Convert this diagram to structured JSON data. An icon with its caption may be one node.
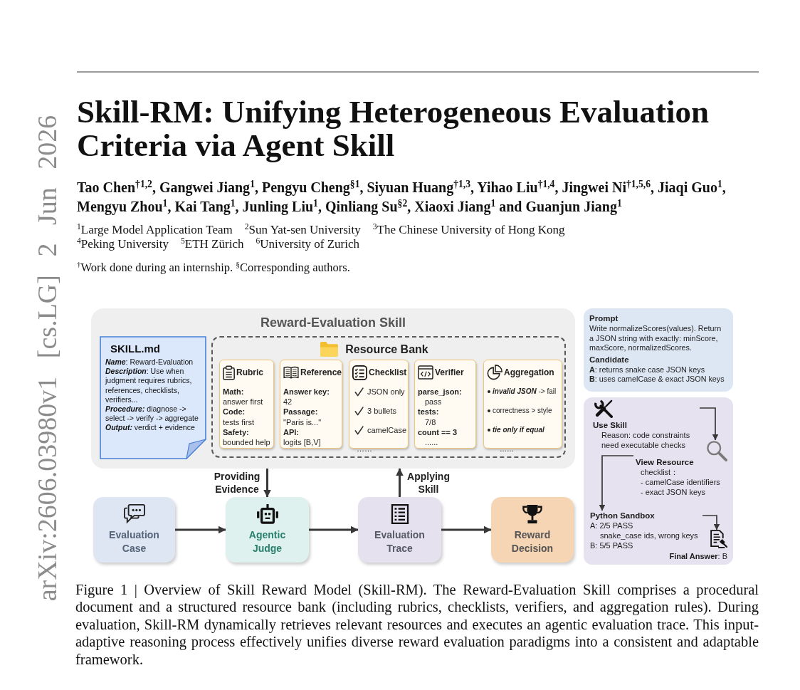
{
  "diagram": {
    "title": "Skill-RM: Unifying Heterogeneous Evaluation Criteria via Agent Skill",
    "caption": "Figure 1 | Overview of Skill Reward Model (Skill-RM). The Reward-Evaluation Skill comprises a procedural document and a structured resource bank (including rubrics, checklists, verifiers, and aggregation rules). During evaluation, Skill-RM dynamically retrieves relevant resources and executes an agentic evaluation trace. This input-adaptive reasoning process effectively unifies diverse reward evaluation paradigms into a consistent and adaptable framework.",
    "nodes": [
      {
        "text": [
          "Reward-Evaluation Skill"
        ]
      },
      {
        "text": [
          "SKILL.md",
          "**Name**: Reward-Evaluation",
          "**Description**: Use when judgment requires rubrics, references, checklists, verifiers...",
          "**Procedure:** diagnose -> select -> verify -> aggregate",
          "**Output:** verdict + evidence"
        ],
        "in": 0
      },
      {
        "text": [
          "Resource Bank"
        ],
        "in": 0
      },
      {
        "text": [
          "Rubric",
          "**Math:** answer first",
          "**Code:** tests first",
          "**Safety:** bounded help"
        ],
        "in": 2
      },
      {
        "text": [
          "Reference",
          "**Answer key:** 42",
          "**Passage:** \"Paris is...\"",
          "**API:** logits [B,V]"
        ],
        "in": 2
      },
      {
        "text": [
          "Checklist",
          "JSON only",
          "3 bullets",
          "camelCase",
          "……"
        ],
        "in": 2
      },
      {
        "text": [
          "Verifier",
          "**parse_json:** pass",
          "**tests:** 7/8",
          "**count == 3**",
          "......"
        ],
        "in": 2
      },
      {
        "text": [
          "Aggregation",
          "*invalid JSON* -> fail",
          "correctness > style",
          "*tie only if equal*",
          "……"
        ],
        "in": 2
      },
      {
        "text": [
          "Evaluation Case"
        ]
      },
      {
        "text": [
          "Agentic Judge"
        ]
      },
      {
        "text": [
          "Evaluation Trace"
        ]
      },
      {
        "text": [
          "Reward Decision"
        ]
      },
      {
        "text": [
          "Prompt",
          "Write normalizeScores(values). Return a JSON string with exactly: minScore, maxScore, normalizedScores.",
          "Candidate",
          "**A**: returns snake case JSON keys",
          "**B**: uses camelCase & exact JSON keys"
        ]
      },
      {
        "text": [],
        "shape": "box"
      },
      {
        "text": [
          "Use Skill",
          "Reason: code constraints need executable checks"
        ],
        "in": 13
      },
      {
        "text": [
          "View Resource",
          "checklist：",
          "- camelCase identifiers",
          "- exact JSON keys"
        ],
        "in": 13
      },
      {
        "text": [
          "Python Sandbox",
          "A: 2/5 PASS",
          "snake_case ids, wrong keys",
          "B: 5/5 PASS"
        ],
        "in": 13
      },
      {
        "text": [
          "**Final Answer**: B"
        ],
        "in": 13
      }
    ],
    "edges": [
      {
        "from": 0,
        "to": 9,
        "arrow": "to",
        "label": "Providing Evidence"
      },
      {
        "from": 10,
        "to": 0,
        "arrow": "to",
        "label": "Applying Skill"
      },
      {
        "from": 8,
        "to": 9,
        "arrow": "to"
      },
      {
        "from": 9,
        "to": 10,
        "arrow": "to"
      },
      {
        "from": 10,
        "to": 11,
        "arrow": "to"
      },
      {
        "from": 14,
        "to": 15,
        "arrow": "to"
      },
      {
        "from": 15,
        "to": 16,
        "arrow": "to"
      },
      {
        "from": 16,
        "to": 17,
        "arrow": "to"
      }
    ],
    "labels": [
      "Tao Chen$^{†1,2}$, Gangwei Jiang$^{1}$, Pengyu Cheng$^{§1}$, Siyuan Huang$^{†1,3}$, Yihao Liu$^{†1,4}$, Jingwei Ni$^{†1,5,6}$, Jiaqi Guo$^{1}$, Mengyu Zhou$^{1}$, Kai Tang$^{1}$, Junling Liu$^{1}$, Qinliang Su$^{§2}$, Xiaoxi Jiang$^{1}$ and Guanjun Jiang$^{1}$",
      "$^{1}$Large Model Application Team",
      "$^{2}$Sun Yat-sen University",
      "$^{3}$The Chinese University of Hong Kong",
      "$^{4}$Peking University",
      "$^{5}$ETH Zürich",
      "$^{6}$University of Zurich",
      "$^{†}$Work done during an internship. $^{§}$Corresponding authors.",
      "arXiv:2606.03980v1 [cs.LG] 2 Jun 2026"
    ]
  }
}
